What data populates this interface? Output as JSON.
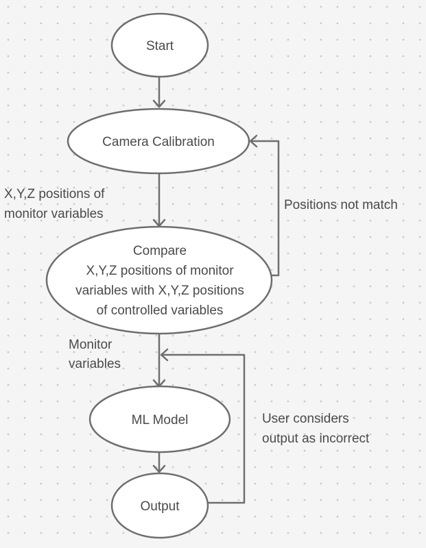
{
  "colors": {
    "background": "#f5f5f6",
    "dot": "#c9cace",
    "node_fill": "#ffffff",
    "stroke": "#6e6e6e",
    "text": "#4a4a4a"
  },
  "nodes": {
    "start": {
      "label": "Start"
    },
    "calibration": {
      "label": "Camera Calibration"
    },
    "compare": {
      "lines": [
        "Compare",
        "X,Y,Z positions of monitor",
        "variables with X,Y,Z positions",
        "of controlled variables"
      ]
    },
    "ml_model": {
      "label": "ML Model"
    },
    "output": {
      "label": "Output"
    }
  },
  "edge_labels": {
    "xyz_positions": [
      "X,Y,Z positions of",
      "monitor variables"
    ],
    "positions_not_match": [
      "Positions not match"
    ],
    "monitor_variables": [
      "Monitor",
      "variables"
    ],
    "user_considers": [
      "User considers",
      "output as incorrect"
    ]
  }
}
